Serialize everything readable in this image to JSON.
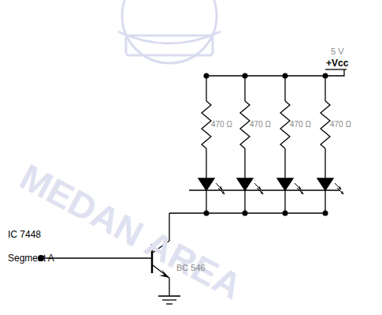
{
  "diagram": {
    "labels": [
      "5 V",
      "+Vcc",
      "470 Ω",
      "470 Ω",
      "470 Ω",
      "470 Ω",
      "IC 7448",
      "Segment A",
      "BC 546",
      "MEDAN AREA"
    ]
  }
}
